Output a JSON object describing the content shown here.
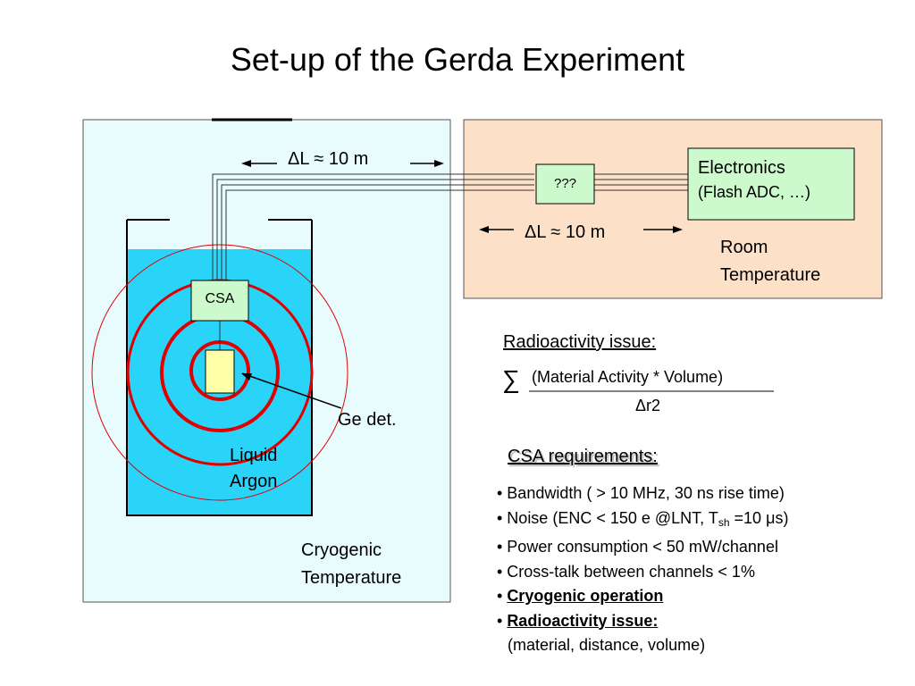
{
  "title": "Set-up of the Gerda Experiment",
  "left_panel": {
    "distance_label": "ΔL ≈ 10 m",
    "csa_label": "CSA",
    "ge_det_label": "Ge det.",
    "liquid_argon_line1": "Liquid",
    "liquid_argon_line2": "Argon",
    "cryogenic_line1": "Cryogenic",
    "cryogenic_line2": "Temperature"
  },
  "right_panel": {
    "unknown_box_label": "???",
    "electronics_line1": "Electronics",
    "electronics_line2": "(Flash ADC, …)",
    "distance_label": "ΔL ≈ 10 m",
    "room_line1": "Room",
    "room_line2": "Temperature"
  },
  "radioactivity": {
    "heading": "Radioactivity issue:",
    "sum_symbol": "∑",
    "numerator": "(Material Activity * Volume)",
    "denominator": "Δr2"
  },
  "csa_requirements": {
    "heading": "CSA requirements:",
    "items": [
      "• Bandwidth ( > 10 MHz, 30 ns rise time)",
      "• Noise (ENC < 150 e @LNT, T",
      "sh",
      " =10 μs)",
      "• Power consumption < 50 mW/channel",
      "• Cross-talk between channels < 1%",
      "• ",
      "Cryogenic operation",
      "• ",
      "Radioactivity issue:",
      "(material, distance, volume)"
    ]
  },
  "colors": {
    "cryo_panel_bg": "#e8fcfe",
    "room_panel_bg": "#fce1c8",
    "liquid_argon": "#2ad4f9",
    "box_green": "#cdfacd",
    "ge_detector": "#ffffa8",
    "ring_red": "#e00000"
  }
}
